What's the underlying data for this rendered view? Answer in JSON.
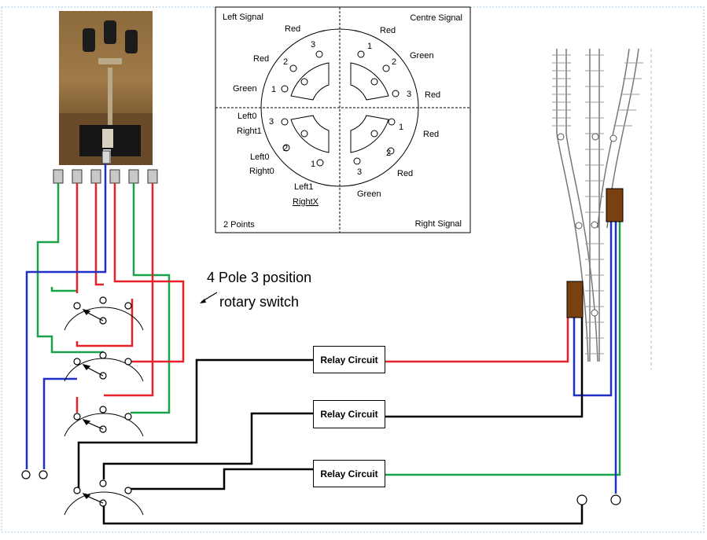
{
  "diagram": {
    "dial": {
      "quadrant_titles": {
        "top_left": "Left Signal",
        "top_right": "Centre Signal",
        "bottom_left": "2 Points",
        "bottom_right": "Right Signal"
      },
      "top_left_labels": {
        "red_a": "Red",
        "red_b": "Red",
        "green": "Green",
        "n3": "3",
        "n2": "2",
        "n1": "1"
      },
      "top_right_labels": {
        "red_a": "Red",
        "green": "Green",
        "red_b": "Red",
        "n1": "1",
        "n2": "2",
        "n3": "3"
      },
      "bottom_left_labels": {
        "left0_a": "Left0",
        "right1": "Right1",
        "left0_b": "Left0",
        "right0": "Right0",
        "left1": "Left1",
        "rightx": "RightX",
        "n3": "3",
        "n2": "2",
        "n1": "1"
      },
      "bottom_right_labels": {
        "red_a": "Red",
        "red_b": "Red",
        "green": "Green",
        "n1": "1",
        "n2": "2",
        "n3": "3"
      }
    },
    "switch_caption_line1": "4 Pole 3 position",
    "switch_caption_line2": "rotary switch",
    "relay_labels": [
      "Relay Circuit",
      "Relay Circuit",
      "Relay Circuit"
    ],
    "wire_colors": {
      "red": "#e8202a",
      "green": "#19a24a",
      "blue": "#1f2fc8",
      "black": "#000000"
    }
  }
}
